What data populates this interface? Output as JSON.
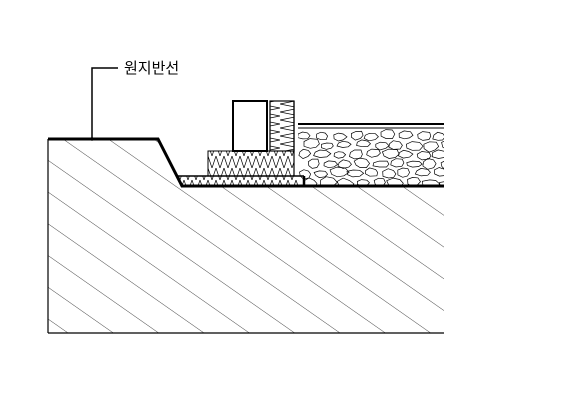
{
  "diagram": {
    "callout_label": "원지반선",
    "colors": {
      "line": "#000000",
      "background": "#ffffff"
    },
    "parts": [
      "original-ground-line",
      "ground-soil-hatch",
      "gravel-fill",
      "insulation-layer",
      "curb-block",
      "block-insulation"
    ]
  }
}
